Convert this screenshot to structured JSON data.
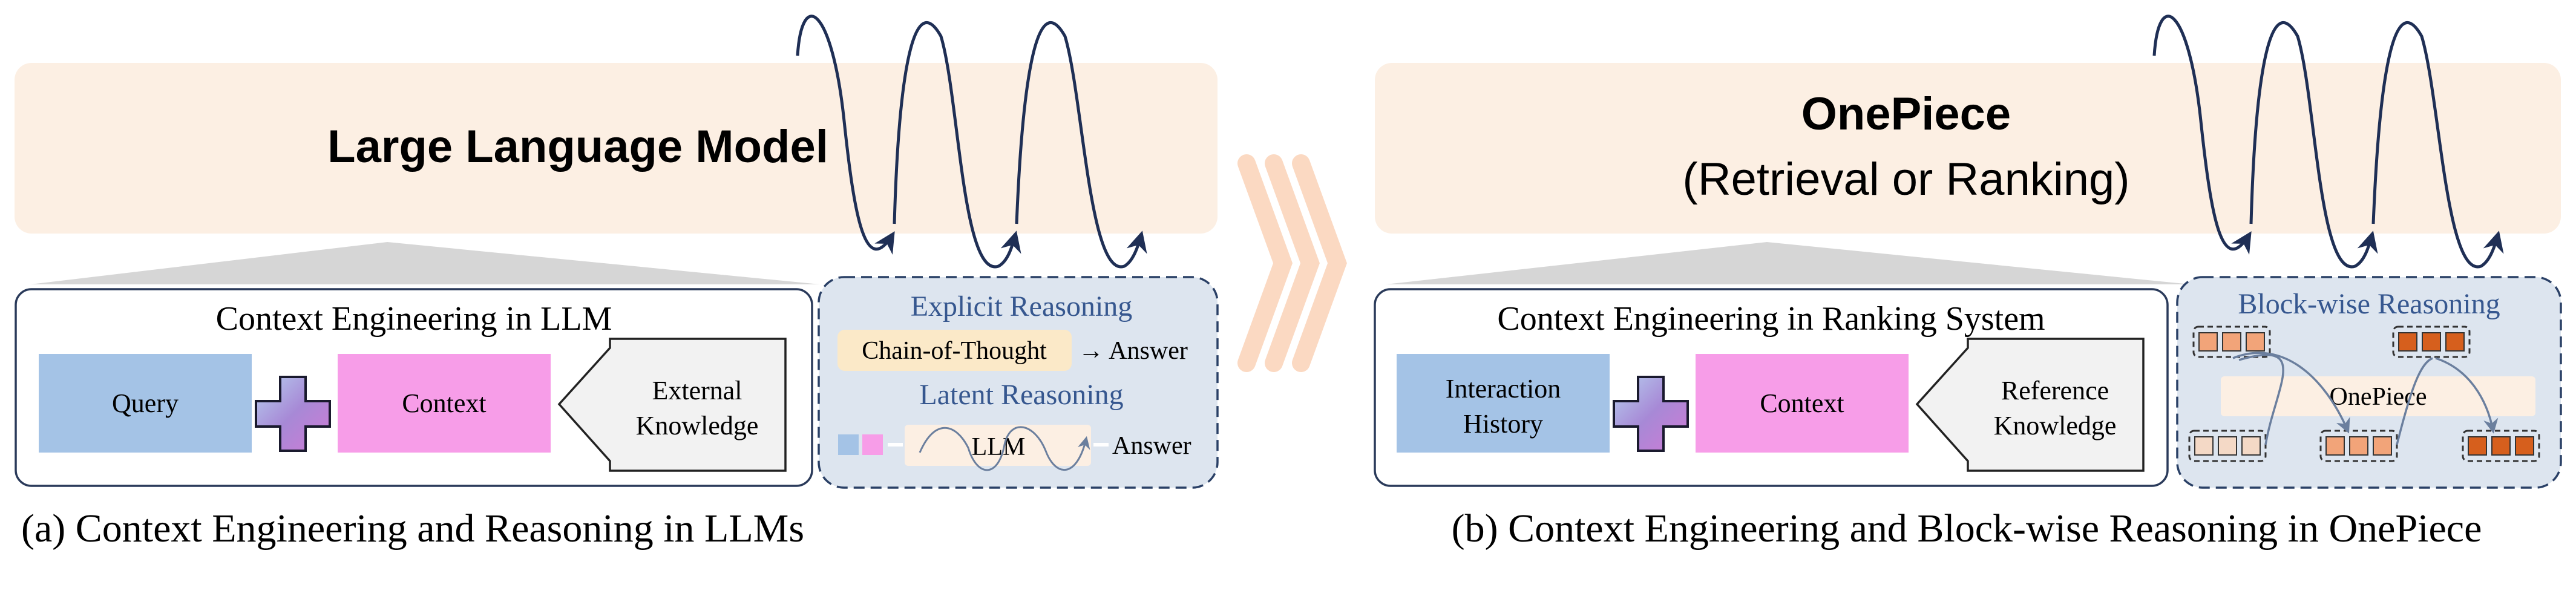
{
  "panel_a": {
    "model_title": "Large Language Model",
    "context_box_title": "Context Engineering in LLM",
    "query_label": "Query",
    "context_label": "Context",
    "external_line1": "External",
    "external_line2": "Knowledge",
    "explicit_title": "Explicit Reasoning",
    "cot_label": "Chain-of-Thought",
    "cot_answer": "→ Answer",
    "latent_title": "Latent Reasoning",
    "llm_label": "LLM",
    "latent_answer": "Answer",
    "caption": "(a) Context Engineering and Reasoning in LLMs"
  },
  "panel_b": {
    "model_title": "OnePiece",
    "model_subtitle": "(Retrieval or Ranking)",
    "context_box_title": "Context Engineering in Ranking System",
    "history_line1": "Interaction",
    "history_line2": "History",
    "context_label": "Context",
    "reference_line1": "Reference",
    "reference_line2": "Knowledge",
    "blockwise_title": "Block-wise Reasoning",
    "onepiece_label": "OnePiece",
    "caption": "(b) Context Engineering and Block-wise Reasoning in OnePiece"
  },
  "colors": {
    "model_bg": "#fcefe3",
    "query_blue": "#a4c3e6",
    "context_pink": "#f79de8",
    "reasoning_bg": "#dde5ef",
    "reasoning_border": "#2a4066",
    "title_blue": "#36578f",
    "arrow_navy": "#1f2f55",
    "cot_bg": "#fbe9c8",
    "chevron": "#fbd9c2",
    "block_light": "#f4d9c6",
    "block_mid": "#f2a479",
    "block_dark": "#d65f1d"
  }
}
